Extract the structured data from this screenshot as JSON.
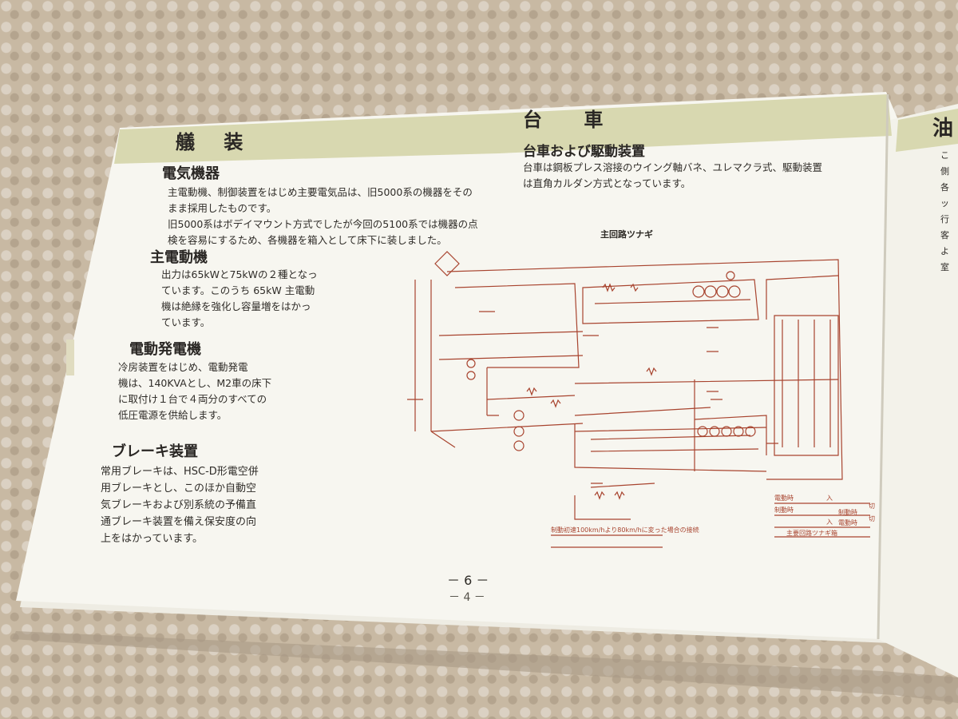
{
  "left_page": {
    "section_title": "艤 装",
    "blocks": [
      {
        "heading": "電気機器",
        "lines": [
          "主電動機、制御装置をはじめ主要電気品は、旧5000系の機器をその",
          "まま採用したものです。",
          "旧5000系はボデイマウント方式でしたが今回の5100系では機器の点",
          "検を容易にするため、各機器を箱入として床下に装しました。"
        ]
      },
      {
        "heading": "主電動機",
        "lines": [
          "出力は65kWと75kWの２種となっ",
          "ています。このうち 65kW 主電動",
          "機は絶縁を強化し容量増をはかっ",
          "ています。"
        ]
      },
      {
        "heading": "電動発電機",
        "lines": [
          "冷房装置をはじめ、電動発電",
          "機は、140KVAとし、M2車の床下",
          "に取付け１台で４両分のすべての",
          "低圧電源を供給します。"
        ]
      },
      {
        "heading": "ブレーキ装置",
        "lines": [
          "常用ブレーキは、HSC-D形電空併",
          "用ブレーキとし、このほか自動空",
          "気ブレーキおよび別系統の予備直",
          "通ブレーキ装置を備え保安度の向",
          "上をはかっています。"
        ]
      }
    ]
  },
  "right_page": {
    "section_title": "台 車",
    "heading": "台車および駆動装置",
    "lines": [
      "台車は鋼板プレス溶接のウイング軸バネ、ユレマクラ式、駆動装置",
      "は直角カルダン方式となっています。"
    ],
    "diagram_title": "主回路ツナギ",
    "diagram_note": "制動初速100km/hより80km/hに変った場合の接続",
    "legend": [
      {
        "left": "電動時",
        "right": "入",
        "right2": "制動時",
        "end": "切"
      },
      {
        "left": "制動時",
        "right": "入",
        "right2": "電動時",
        "end": "切"
      },
      {
        "left": "主要回路ツナギ箱",
        "right": "",
        "right2": "",
        "end": ""
      }
    ]
  },
  "page_numbers": {
    "current": "－ 6 －",
    "behind": "－ 4 －"
  },
  "next_page_title": "油",
  "next_page_chars": [
    "こ",
    "側",
    "各",
    "ッ",
    "行",
    "客",
    "よ",
    "室"
  ],
  "colors": {
    "header_band": "#d8d8b0",
    "diagram_red": "#a8442f",
    "paper": "#f7f6f0"
  }
}
